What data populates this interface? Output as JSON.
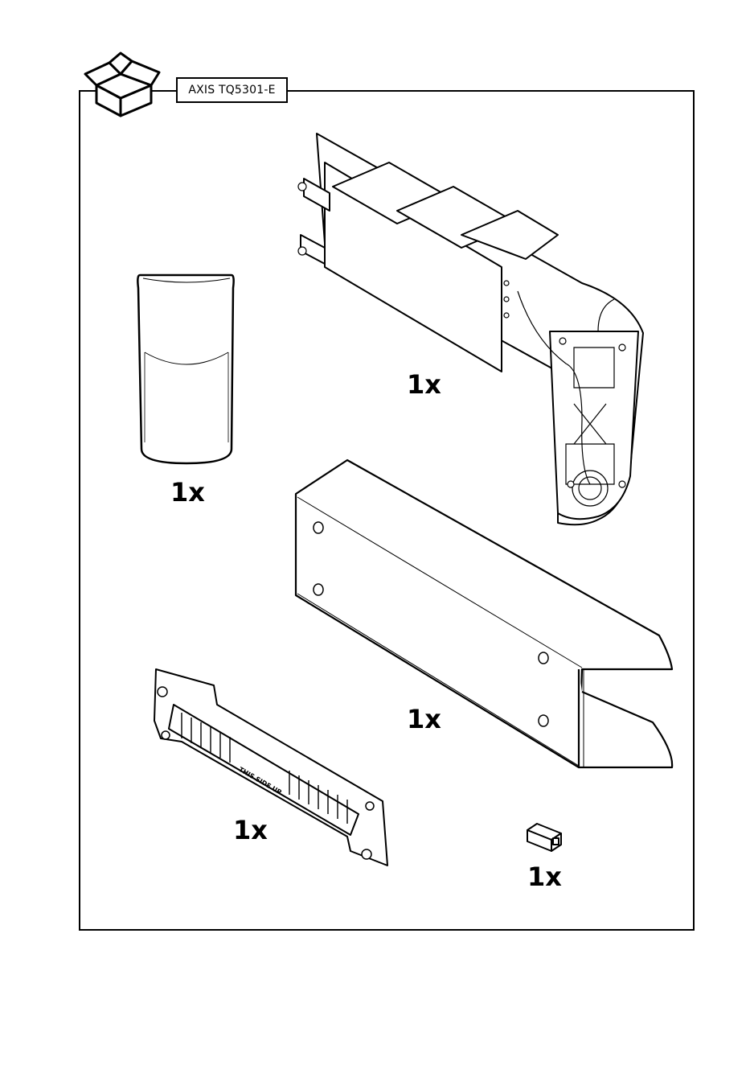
{
  "header": {
    "product_label": "AXIS TQ5301-E",
    "box_icon": "open-box-icon"
  },
  "items": [
    {
      "name": "weathershield-cover",
      "icon": "weathershield-cover-icon",
      "quantity": "1x"
    },
    {
      "name": "wall-mount-arm",
      "icon": "wall-mount-arm-icon",
      "quantity": "1x"
    },
    {
      "name": "mounting-bracket-cover",
      "icon": "bracket-cover-icon",
      "quantity": "1x"
    },
    {
      "name": "drill-template-bracket",
      "icon": "drill-bracket-icon",
      "quantity": "1x"
    },
    {
      "name": "rj45-coupler",
      "icon": "rj45-coupler-icon",
      "quantity": "1x"
    }
  ],
  "bracket_text": "THIS SIDE UP"
}
